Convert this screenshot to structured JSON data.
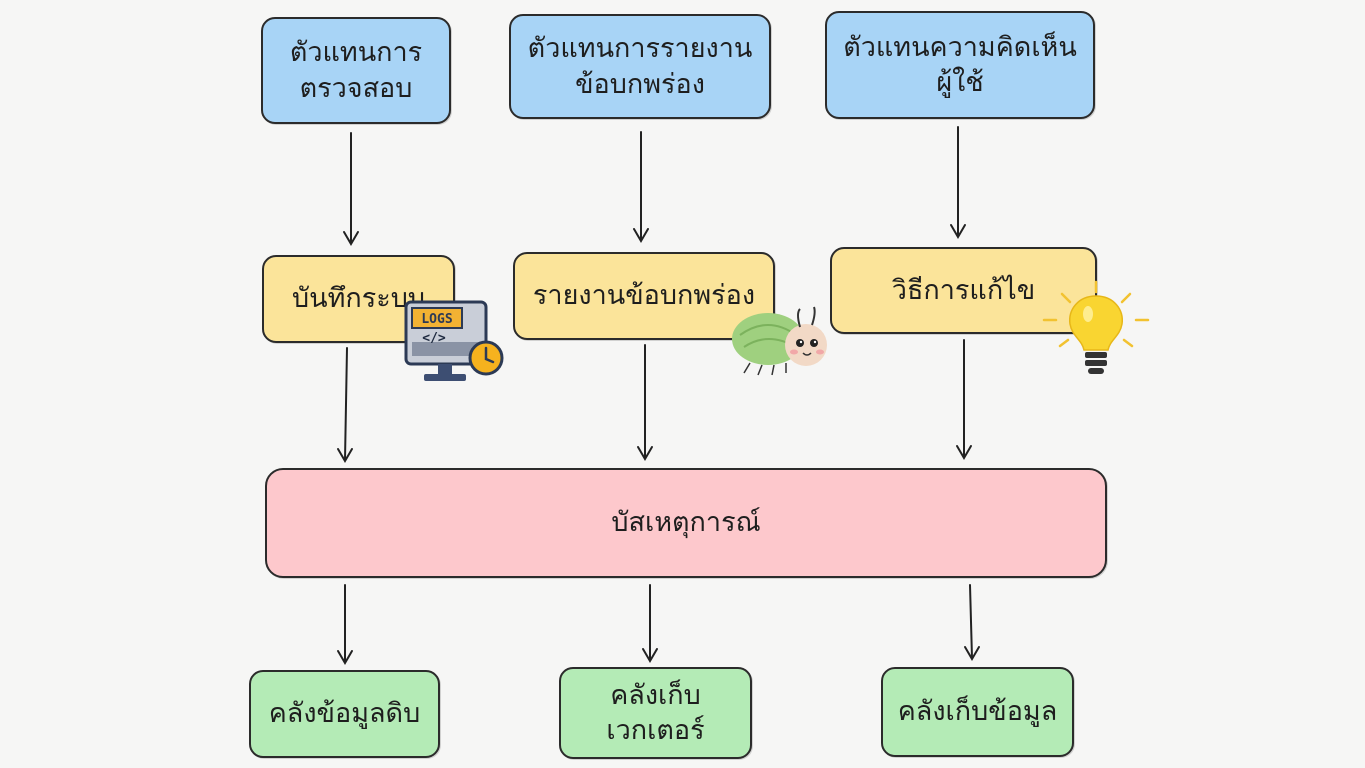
{
  "agents": [
    {
      "label": "ตัวแทนการ\nตรวจสอบ"
    },
    {
      "label": "ตัวแทนการรายงาน\nข้อบกพร่อง"
    },
    {
      "label": "ตัวแทนความคิดเห็น\nผู้ใช้"
    }
  ],
  "middle": [
    {
      "label": "บันทึกระบบ"
    },
    {
      "label": "รายงานข้อบกพร่อง"
    },
    {
      "label": "วิธีการแก้ไข"
    }
  ],
  "bus": {
    "label": "บัสเหตุการณ์"
  },
  "stores": [
    {
      "label": "คลังข้อมูลดิบ"
    },
    {
      "label": "คลังเก็บ\nเวกเตอร์"
    },
    {
      "label": "คลังเก็บข้อมูล"
    }
  ],
  "icons": {
    "logs_icon_text": "LOGS",
    "logs_icon_code": "</>",
    "bug_icon": "bug-icon",
    "lightbulb_icon": "lightbulb-icon"
  },
  "colors": {
    "agent": "#a8d4f6",
    "middle": "#fbe49a",
    "bus": "#fdc8cc",
    "store": "#b4ebb6",
    "stroke": "#2b2b2b"
  }
}
